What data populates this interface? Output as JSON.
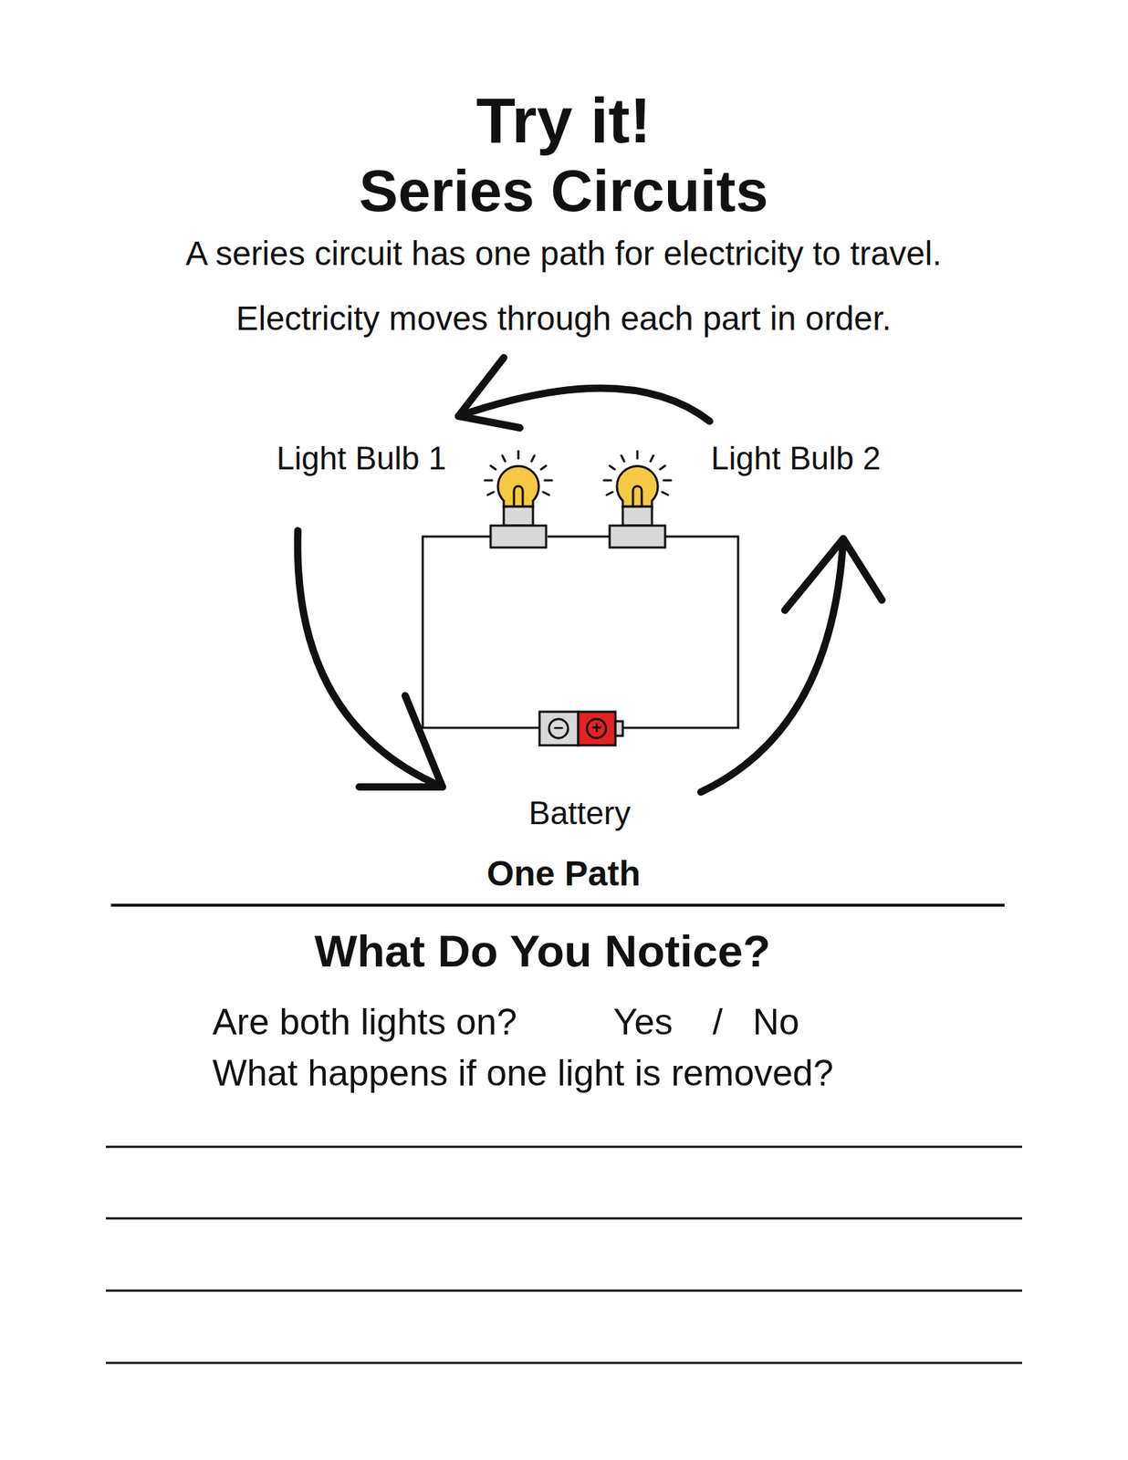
{
  "diagram": {
    "title": "Try it!",
    "labels": [
      "Series Circuits",
      "A series circuit has one path for electricity to travel.",
      "Electricity moves through each part in order.",
      "Light Bulb 1",
      "Light Bulb 2",
      "−",
      "+",
      "Battery",
      "One Path",
      "What Do You Notice?",
      "Are both lights on?",
      "Yes",
      "/",
      "No",
      "What happens if one light is removed?"
    ]
  }
}
